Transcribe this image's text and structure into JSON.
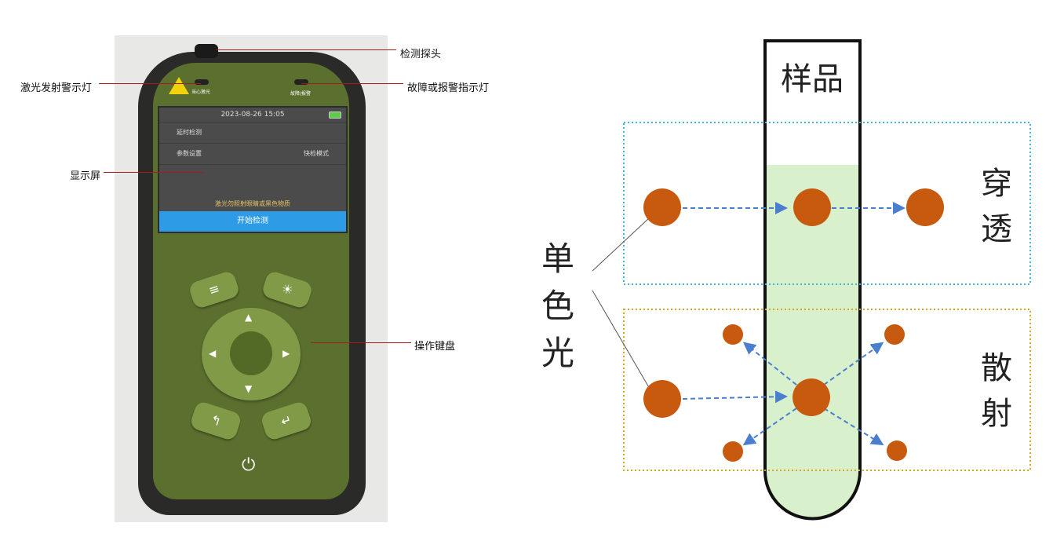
{
  "device": {
    "warning_sticker": "当心激光",
    "fault_indicator": "故障/报警",
    "screen": {
      "datetime": "2023-08-26 15:05",
      "menu": [
        {
          "label": "延时检测",
          "value": ""
        },
        {
          "label": "参数设置",
          "value": "快检模式"
        }
      ],
      "warning": "激光勿照射眼睛或黑色物质",
      "start_button": "开始检测"
    },
    "keys": {
      "menu": "≡",
      "light": "☀",
      "up": "▲",
      "down": "▼",
      "left": "◀",
      "right": "▶",
      "back": "↰",
      "enter": "↵",
      "power": "⏻"
    }
  },
  "callouts": {
    "probe": "检测探头",
    "laser_light": "激光发射警示灯",
    "fault_light": "故障或报警指示灯",
    "display": "显示屏",
    "keypad": "操作键盘"
  },
  "diagram": {
    "sample": "样品",
    "mono_light": "单\n色\n光",
    "transmission": "穿透",
    "scattering": "散射",
    "colors": {
      "particle": "#c75a0e",
      "liquid": "#d8f0cc",
      "transmission_box": "#3cb8d8",
      "scatter_box": "#d4a62a",
      "arrow": "#4a7fd0"
    }
  }
}
